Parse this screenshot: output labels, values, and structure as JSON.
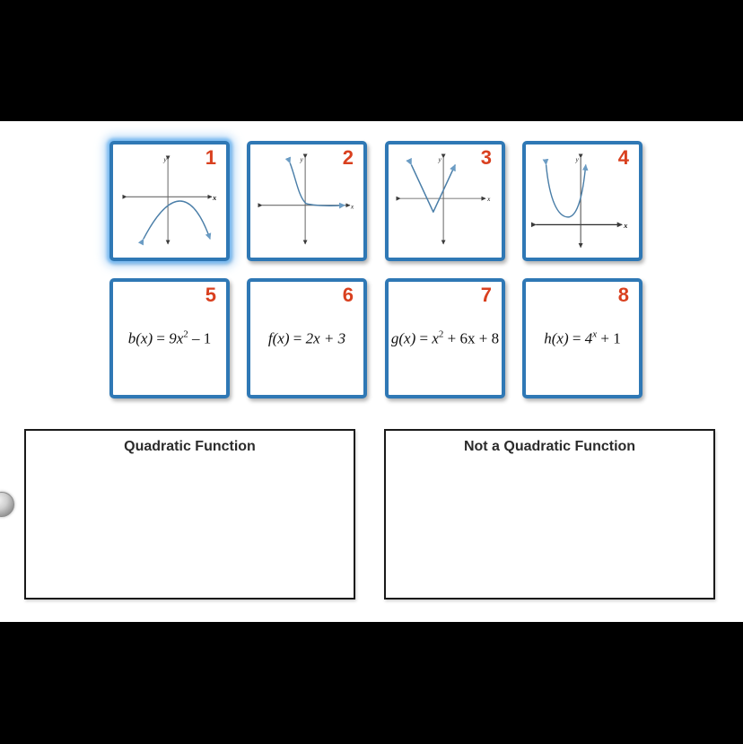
{
  "page": {
    "background": "#000000",
    "stage_background": "#ffffff",
    "accent_blue": "#2f78b5",
    "number_color": "#d9401f",
    "curve_color": "#4a7ea8",
    "axis_color": "#3a3a3a"
  },
  "edge_button": {
    "name": "scroll-handle"
  },
  "cards": [
    {
      "number": "1",
      "kind": "graph",
      "graph": "parabola-opening-down",
      "selected": true,
      "x_axis_label": "x",
      "y_axis_label": "y"
    },
    {
      "number": "2",
      "kind": "graph",
      "graph": "exponential-decay",
      "selected": false,
      "x_axis_label": "x",
      "y_axis_label": "y"
    },
    {
      "number": "3",
      "kind": "graph",
      "graph": "absolute-value-v",
      "selected": false,
      "x_axis_label": "x",
      "y_axis_label": "y"
    },
    {
      "number": "4",
      "kind": "graph",
      "graph": "parabola-opening-up",
      "selected": false,
      "x_axis_label": "x",
      "y_axis_label": "y"
    },
    {
      "number": "5",
      "kind": "formula",
      "selected": false,
      "formula_text": "b(x) = 9x² – 1",
      "formula_parts": {
        "fn": "b",
        "arg": "(x)",
        "eq": " = ",
        "body": "9x",
        "exp": "2",
        "tail": " – 1"
      }
    },
    {
      "number": "6",
      "kind": "formula",
      "selected": false,
      "formula_text": "f(x) = 2x + 3",
      "formula_parts": {
        "fn": "f",
        "arg": "(x)",
        "eq": " = ",
        "body": "2x + 3",
        "exp": "",
        "tail": ""
      }
    },
    {
      "number": "7",
      "kind": "formula",
      "selected": false,
      "formula_text": "g(x) = x² + 6x + 8",
      "formula_parts": {
        "fn": "g",
        "arg": "(x)",
        "eq": " = ",
        "body": "x",
        "exp": "2",
        "tail": " + 6x + 8"
      }
    },
    {
      "number": "8",
      "kind": "formula",
      "selected": false,
      "formula_text": "h(x) = 4ˣ + 1",
      "formula_parts": {
        "fn": "h",
        "arg": "(x)",
        "eq": " = ",
        "body": "4",
        "exp": "x",
        "tail": " + 1"
      }
    }
  ],
  "dropzones": [
    {
      "title": "Quadratic Function",
      "items": []
    },
    {
      "title": "Not a Quadratic Function",
      "items": []
    }
  ]
}
